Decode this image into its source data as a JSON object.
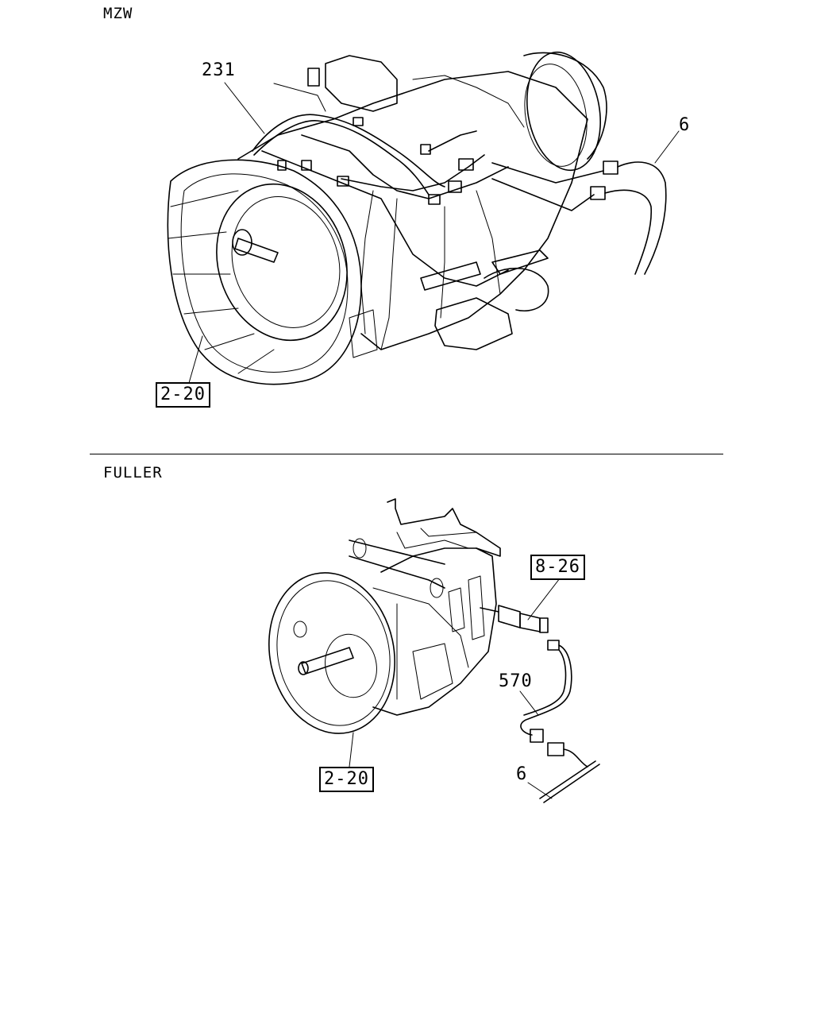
{
  "sections": {
    "mzw": {
      "title": "MZW",
      "callouts": {
        "harness": "231",
        "harness_connector": "6",
        "ref": "2-20"
      }
    },
    "fuller": {
      "title": "FULLER",
      "callouts": {
        "switch_ref": "8-26",
        "wire": "570",
        "connector": "6",
        "ref": "2-20"
      }
    }
  }
}
